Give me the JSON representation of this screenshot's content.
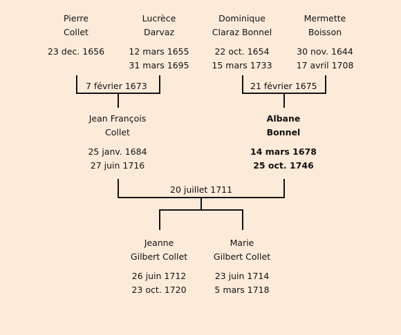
{
  "grandparents_left": [
    {
      "first": "Pierre",
      "last": "Collet",
      "birth": "23 dec. 1656",
      "death": ""
    },
    {
      "first": "Lucrèce",
      "last": "Darvaz",
      "birth": "12 mars 1655",
      "death": "31 mars 1695"
    }
  ],
  "grandparents_right": [
    {
      "first": "Dominique",
      "last": "Claraz Bonnel",
      "birth": "22 oct. 1654",
      "death": "15 mars 1733"
    },
    {
      "first": "Mermette",
      "last": "Boisson",
      "birth": "30 nov. 1644",
      "death": "17 avril 1708"
    }
  ],
  "marriage_left": "7 février 1673",
  "marriage_right": "21 février 1675",
  "parents": [
    {
      "first": "Jean François",
      "last": "Collet",
      "birth": "25 janv. 1684",
      "death": "27 juin 1716"
    },
    {
      "first": "Albane",
      "last": "Bonnel",
      "birth": "14 mars 1678",
      "death": "25 oct. 1746"
    }
  ],
  "marriage_parents": "20 juillet 1711",
  "children": [
    {
      "first": "Jeanne",
      "last": "Gilbert Collet",
      "birth": "26 juin 1712",
      "death": "23 oct. 1720"
    },
    {
      "first": "Marie",
      "last": "Gilbert Collet",
      "birth": "23 juin 1714",
      "death": "5 mars 1718"
    }
  ]
}
